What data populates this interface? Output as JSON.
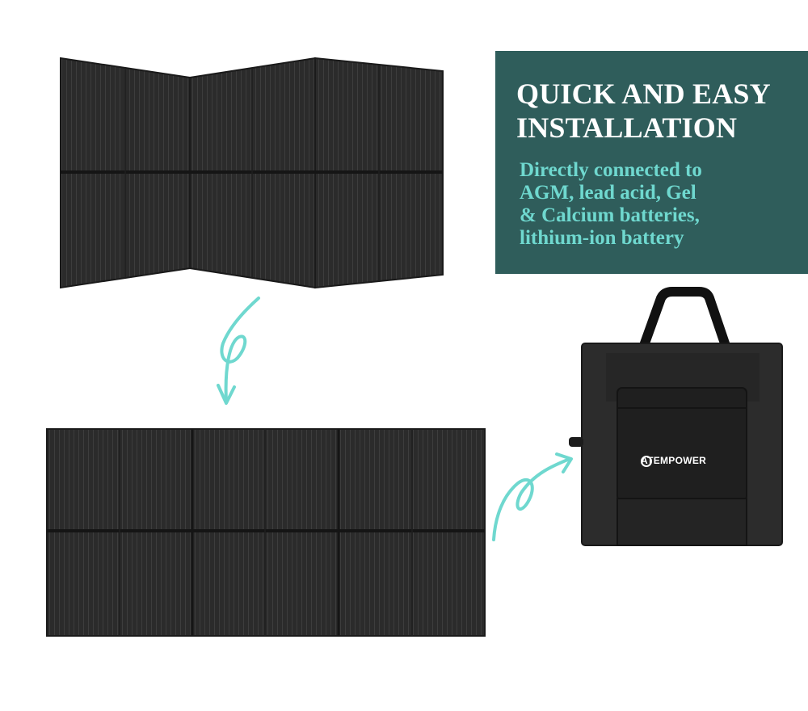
{
  "info_box": {
    "headline_lines": [
      "QUICK AND EASY",
      "INSTALLATION"
    ],
    "subtext_lines": [
      "Directly connected to",
      "AGM, lead acid,  Gel",
      "& Calcium batteries,",
      "lithium-ion battery"
    ]
  },
  "bag": {
    "brand": "ATEMPOWER"
  },
  "colors": {
    "box_bg": "#2f5d5b",
    "headline": "#ffffff",
    "subtext": "#6fd8cf",
    "arrow": "#6fd8cf",
    "panel": "#2a2a2a"
  },
  "icons": [
    "curly-arrow-down-icon",
    "curly-arrow-right-icon",
    "atempower-logo-icon"
  ]
}
